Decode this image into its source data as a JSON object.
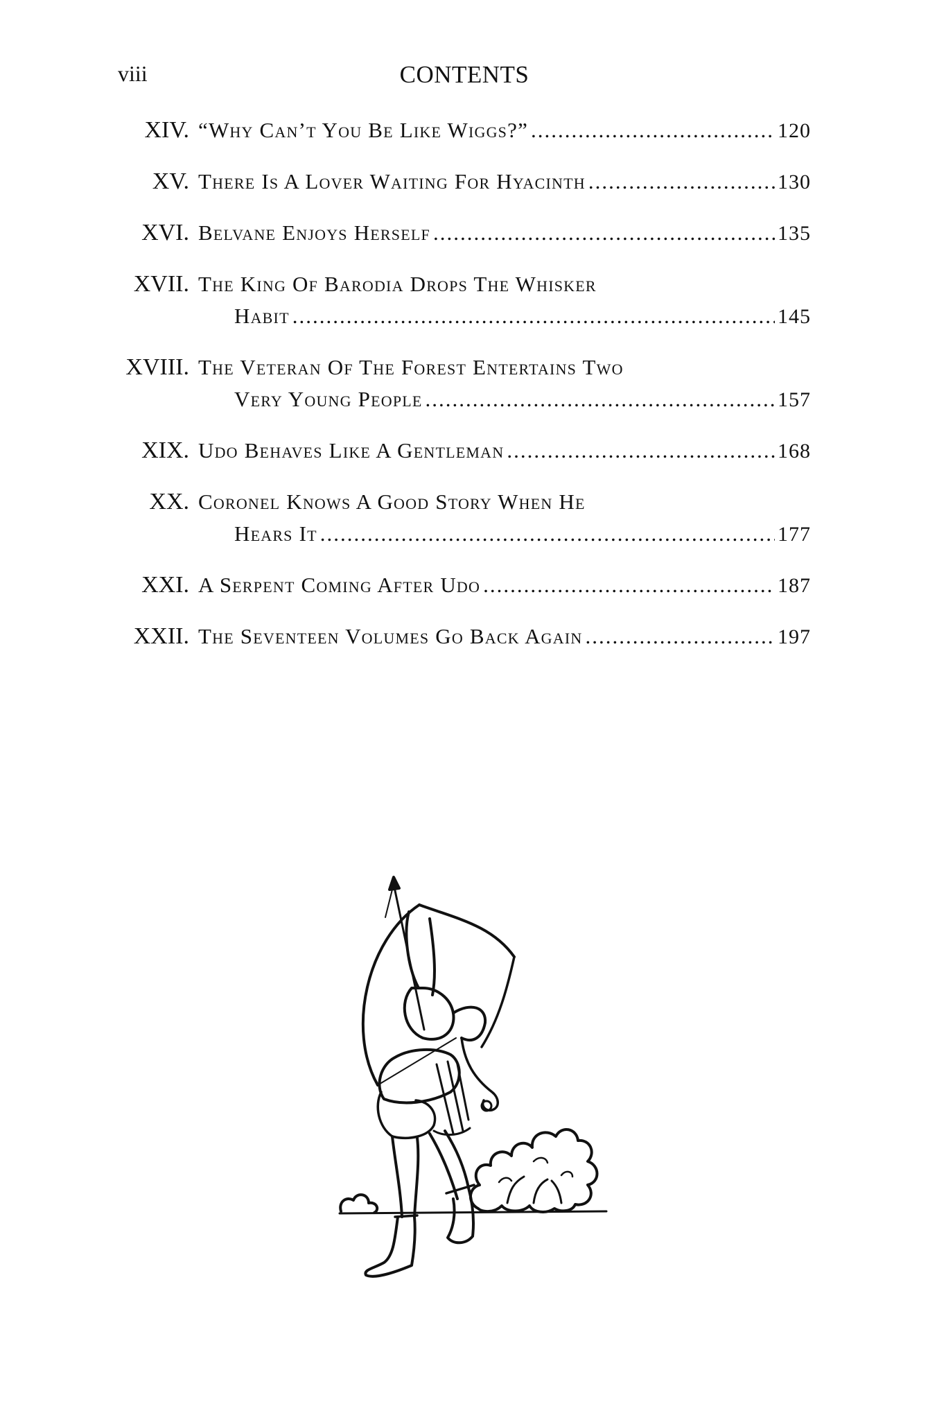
{
  "header": {
    "folio": "viii",
    "running_title": "CONTENTS"
  },
  "toc": [
    {
      "num": "XIV.",
      "lines": [
        "“Why Can’t You Be Like Wiggs?”"
      ],
      "page": "120"
    },
    {
      "num": "XV.",
      "lines": [
        "There Is A Lover Waiting For Hyacinth"
      ],
      "page": "130"
    },
    {
      "num": "XVI.",
      "lines": [
        "Belvane Enjoys Herself"
      ],
      "page": "135"
    },
    {
      "num": "XVII.",
      "lines": [
        "The King Of Barodia Drops The Whisker",
        "Habit"
      ],
      "page": "145"
    },
    {
      "num": "XVIII.",
      "lines": [
        "The Veteran Of The Forest Entertains Two",
        "Very Young People"
      ],
      "page": "157"
    },
    {
      "num": "XIX.",
      "lines": [
        "Udo Behaves Like A Gentleman"
      ],
      "page": "168"
    },
    {
      "num": "XX.",
      "lines": [
        "Coronel Knows A Good Story When He",
        "Hears It"
      ],
      "page": "177"
    },
    {
      "num": "XXI.",
      "lines": [
        "A Serpent Coming After Udo"
      ],
      "page": "187"
    },
    {
      "num": "XXII.",
      "lines": [
        "The Seventeen Volumes Go Back Again"
      ],
      "page": "197"
    }
  ],
  "illustration": {
    "icon": "archer-illustration-icon"
  }
}
